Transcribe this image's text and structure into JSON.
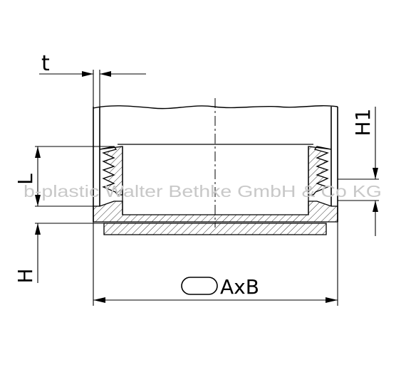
{
  "dimensions": {
    "wall_thickness": "t",
    "length": "L",
    "height": "H",
    "rim_height": "H1",
    "size": "AxB"
  },
  "watermark": "b-plastic Walter Bethke GmbH & Co KG",
  "icons": {
    "oval": "oval-tube-profile-icon"
  }
}
